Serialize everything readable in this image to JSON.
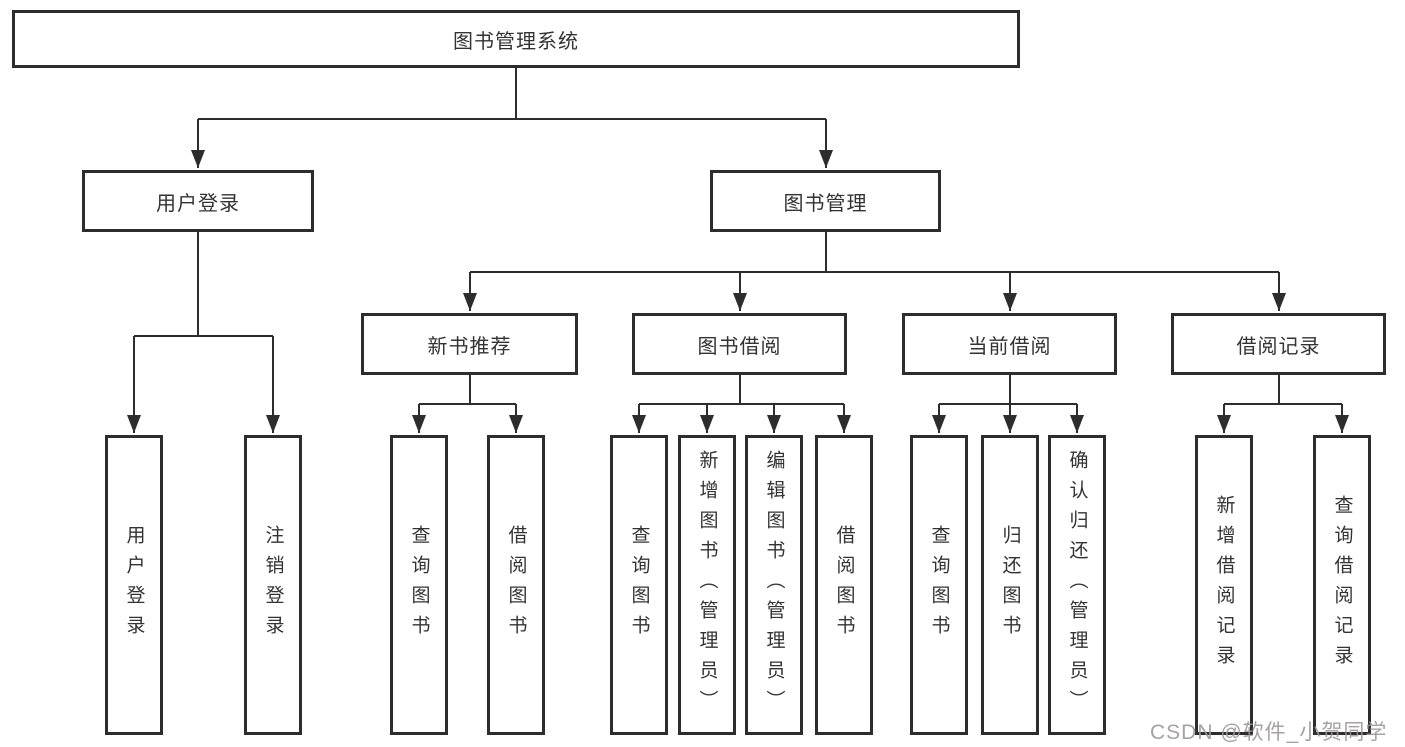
{
  "tree": {
    "root": {
      "label": "图书管理系统"
    },
    "branches": [
      {
        "label": "用户登录",
        "children": [
          {
            "label": "用户登录"
          },
          {
            "label": "注销登录"
          }
        ]
      },
      {
        "label": "图书管理",
        "children": [
          {
            "label": "新书推荐",
            "children": [
              {
                "label": "查询图书"
              },
              {
                "label": "借阅图书"
              }
            ]
          },
          {
            "label": "图书借阅",
            "children": [
              {
                "label": "查询图书"
              },
              {
                "label": "新增图书（管理员）"
              },
              {
                "label": "编辑图书（管理员）"
              },
              {
                "label": "借阅图书"
              }
            ]
          },
          {
            "label": "当前借阅",
            "children": [
              {
                "label": "查询图书"
              },
              {
                "label": "归还图书"
              },
              {
                "label": "确认归还（管理员）"
              }
            ]
          },
          {
            "label": "借阅记录",
            "children": [
              {
                "label": "新增借阅记录"
              },
              {
                "label": "查询借阅记录"
              }
            ]
          }
        ]
      }
    ]
  },
  "watermark": {
    "text": "CSDN @软件_小贺同学"
  },
  "colors": {
    "line": "#2d2d2d",
    "text": "#333333",
    "background": "#ffffff",
    "watermark": "#9b9898"
  }
}
